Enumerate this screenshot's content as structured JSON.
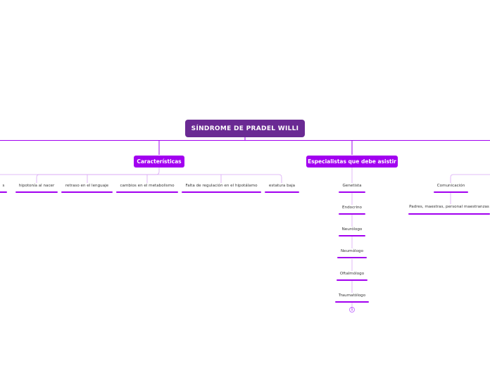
{
  "root": {
    "label": "SÍNDROME DE PRADEL WILLI"
  },
  "characteristics": {
    "label": "Características",
    "items": [
      "s",
      "hipotonía al nacer",
      "retraso en el lenguaje",
      "cambios en el metabolismo",
      "Falta de regulación en el hipotálamo",
      "estatura baja"
    ]
  },
  "specialists": {
    "label": "Especialistas que debe asistir",
    "items": [
      "Genetista",
      "Endocrino",
      "Neurólogo",
      "Neumólogo",
      "Oftalmólogo",
      "Traumatólogo"
    ],
    "collapsed_count": "1"
  },
  "communication": {
    "label": "Comunicación",
    "child": "Padres, maestras, personal maestranzas"
  },
  "colors": {
    "root": "#6a2a93",
    "main": "#a200f0",
    "line": "#a200f0",
    "thin_line": "#d9a6f5"
  }
}
